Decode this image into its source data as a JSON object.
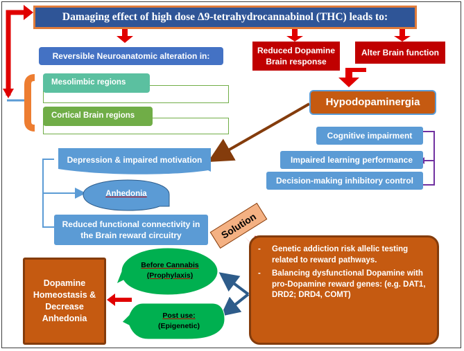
{
  "title": "Damaging effect of high dose Δ9-tetrahydrocannabinol (THC) leads to:",
  "reversible": {
    "header": "Reversible Neuroanatomic alteration in:",
    "regions": [
      "Mesolimbic regions",
      "Cortical Brain regions"
    ]
  },
  "reduced_dopamine": "Reduced Dopamine Brain response",
  "alter_brain": "Alter Brain function",
  "hypodopaminergia": "Hypodopaminergia",
  "cognitive": {
    "items": [
      "Cognitive impairment",
      "Impaired learning performance",
      "Decision-making inhibitory control"
    ]
  },
  "depression": {
    "header": "Depression & impaired motivation",
    "anhedonia": "Anhedonia",
    "connectivity": "Reduced functional connectivity in the Brain reward circuitry"
  },
  "solution_label": "Solution",
  "solution": {
    "items": [
      "Genetic addiction risk allelic testing related to reward pathways.",
      "Balancing dysfunctional Dopamine with pro-Dopamine reward genes:   (e.g. DAT1, DRD2; DRD4, COMT)"
    ]
  },
  "before": {
    "line1": "Before Cannabis",
    "line2": "(Prophylaxis)"
  },
  "post": {
    "line1": "Post use:",
    "line2": "(Epigenetic)"
  },
  "outcome": "Dopamine Homeostasis & Decrease Anhedonia",
  "colors": {
    "title_bg": "#2f5597",
    "title_border": "#e07b39",
    "blue": "#5b9bd5",
    "navy": "#4472c4",
    "red": "#c00000",
    "orange": "#c55a11",
    "green": "#70ad47",
    "teal": "#5bc0a0",
    "ellipse_green": "#00b050",
    "purple": "#7030a0",
    "brown_arrow": "#843c0c"
  }
}
